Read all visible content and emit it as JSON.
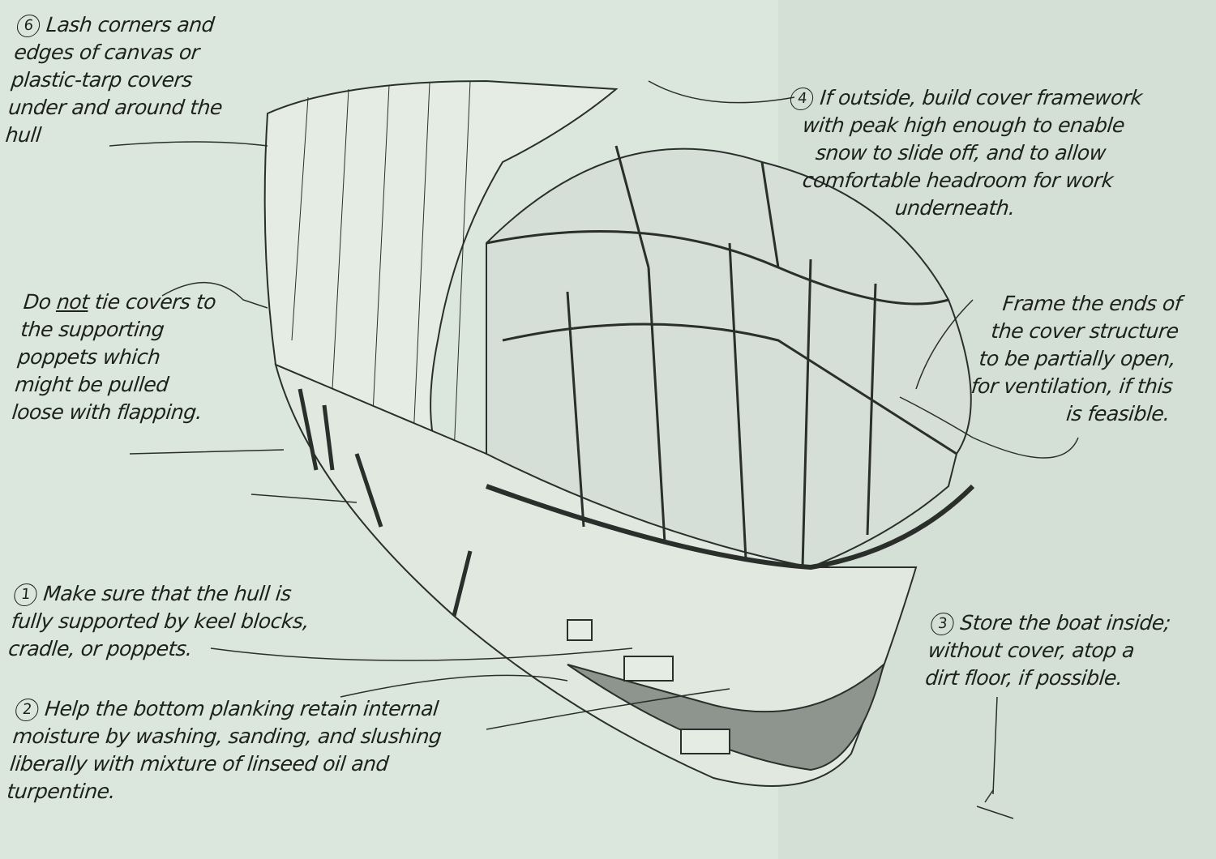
{
  "notes": {
    "n6": {
      "number": "6",
      "text": "Lash corners and edges of canvas or plastic-tarp covers under and around the hull"
    },
    "poppets": {
      "pre": "Do ",
      "emph": "not",
      "post": " tie covers to the supporting poppets which might be pulled loose with flapping."
    },
    "n4": {
      "number": "4",
      "text": "If outside, build cover framework with peak high enough to enable snow to slide off, and to allow comfortable headroom for work underneath."
    },
    "ends": {
      "text": "Frame the ends of the cover structure to be partially open, for ventilation, if this is feasible."
    },
    "n1": {
      "number": "1",
      "text": "Make sure that the hull is fully supported by keel blocks, cradle, or poppets."
    },
    "n2": {
      "number": "2",
      "text": "Help the bottom planking retain internal moisture by washing, sanding, and slushing liberally with mixture of linseed oil and turpentine."
    },
    "n3": {
      "number": "3",
      "text": "Store the boat inside; without cover, atop a dirt floor, if possible."
    }
  }
}
